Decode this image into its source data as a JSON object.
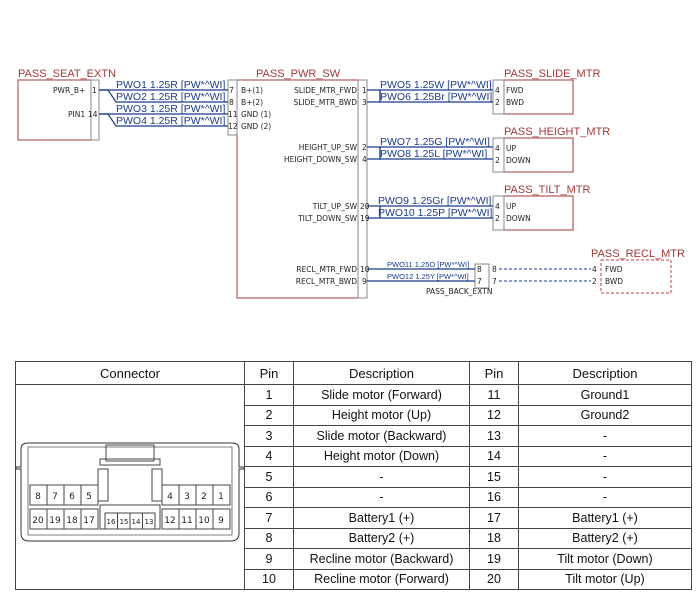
{
  "components": {
    "seat_extn": "PASS_SEAT_EXTN",
    "pwr_sw": "PASS_PWR_SW",
    "slide_mtr": "PASS_SLIDE_MTR",
    "height_mtr": "PASS_HEIGHT_MTR",
    "tilt_mtr": "PASS_TILT_MTR",
    "recl_mtr": "PASS_RECL_MTR",
    "back_extn": "PASS_BACK_EXTN"
  },
  "seat_extn_pins": {
    "pwr_b": "PWR_B+",
    "pin1": "PIN1",
    "n1": "1",
    "n14": "14"
  },
  "pwr_sw_left_pins": [
    {
      "num": "7",
      "label": "B+(1)"
    },
    {
      "num": "8",
      "label": "B+(2)"
    },
    {
      "num": "11",
      "label": "GND (1)"
    },
    {
      "num": "12",
      "label": "GND (2)"
    }
  ],
  "pwr_sw_right_pins": [
    {
      "num": "1",
      "label": "SLIDE_MTR_FWD"
    },
    {
      "num": "3",
      "label": "SLIDE_MTR_BWD"
    },
    {
      "num": "2",
      "label": "HEIGHT_UP_SW"
    },
    {
      "num": "4",
      "label": "HEIGHT_DOWN_SW"
    },
    {
      "num": "20",
      "label": "TILT_UP_SW"
    },
    {
      "num": "19",
      "label": "TILT_DOWN_SW"
    },
    {
      "num": "10",
      "label": "RECL_MTR_FWD"
    },
    {
      "num": "9",
      "label": "RECL_MTR_BWD"
    }
  ],
  "wires_left": [
    "PWO1 1.25R [PW*^WI]",
    "PWO2 1.25R [PW*^WI]",
    "PWO3 1.25R [PW*^WI]",
    "PWO4 1.25R [PW*^WI]"
  ],
  "wires_right": [
    "PWO5 1.25W [PW*^WI]",
    "PWO6 1.25Br [PW*^WI]",
    "PWO7 1.25G [PW*^WI]",
    "PWO8 1.25L [PW*^WI]",
    "PWO9 1.25Gr [PW*^WI]",
    "PWO10 1.25P [PW*^WI]",
    "PWO11 1.25O [PW*^WI]",
    "PWO12 1.25Y [PW*^WI]"
  ],
  "motor_pins": {
    "slide": [
      {
        "num": "4",
        "label": "FWD"
      },
      {
        "num": "2",
        "label": "BWD"
      }
    ],
    "height": [
      {
        "num": "4",
        "label": "UP"
      },
      {
        "num": "2",
        "label": "DOWN"
      }
    ],
    "tilt": [
      {
        "num": "4",
        "label": "UP"
      },
      {
        "num": "2",
        "label": "DOWN"
      }
    ],
    "recl": [
      {
        "num": "4",
        "label": "FWD"
      },
      {
        "num": "2",
        "label": "BWD"
      }
    ]
  },
  "back_extn_pins": {
    "a_in": "8",
    "b_in": "7",
    "a_out": "8",
    "b_out": "7"
  },
  "connector_pins": {
    "top_left": [
      "8",
      "7",
      "6",
      "5"
    ],
    "top_right": [
      "4",
      "3",
      "2",
      "1"
    ],
    "bottom_left": [
      "20",
      "19",
      "18",
      "17"
    ],
    "bottom_mid": [
      "16",
      "15",
      "14",
      "13"
    ],
    "bottom_right": [
      "12",
      "11",
      "10",
      "9"
    ]
  },
  "table": {
    "headers": [
      "Connector",
      "Pin",
      "Description",
      "Pin",
      "Description"
    ],
    "rows": [
      [
        "1",
        "Slide motor (Forward)",
        "11",
        "Ground1"
      ],
      [
        "2",
        "Height motor (Up)",
        "12",
        "Ground2"
      ],
      [
        "3",
        "Slide motor (Backward)",
        "13",
        "-"
      ],
      [
        "4",
        "Height motor (Down)",
        "14",
        "-"
      ],
      [
        "5",
        "-",
        "15",
        "-"
      ],
      [
        "6",
        "-",
        "16",
        "-"
      ],
      [
        "7",
        "Battery1 (+)",
        "17",
        "Battery1 (+)"
      ],
      [
        "8",
        "Battery2 (+)",
        "18",
        "Battery2 (+)"
      ],
      [
        "9",
        "Recline motor (Backward)",
        "19",
        "Tilt motor (Down)"
      ],
      [
        "10",
        "Recline motor (Forward)",
        "20",
        "Tilt motor (Up)"
      ]
    ]
  }
}
